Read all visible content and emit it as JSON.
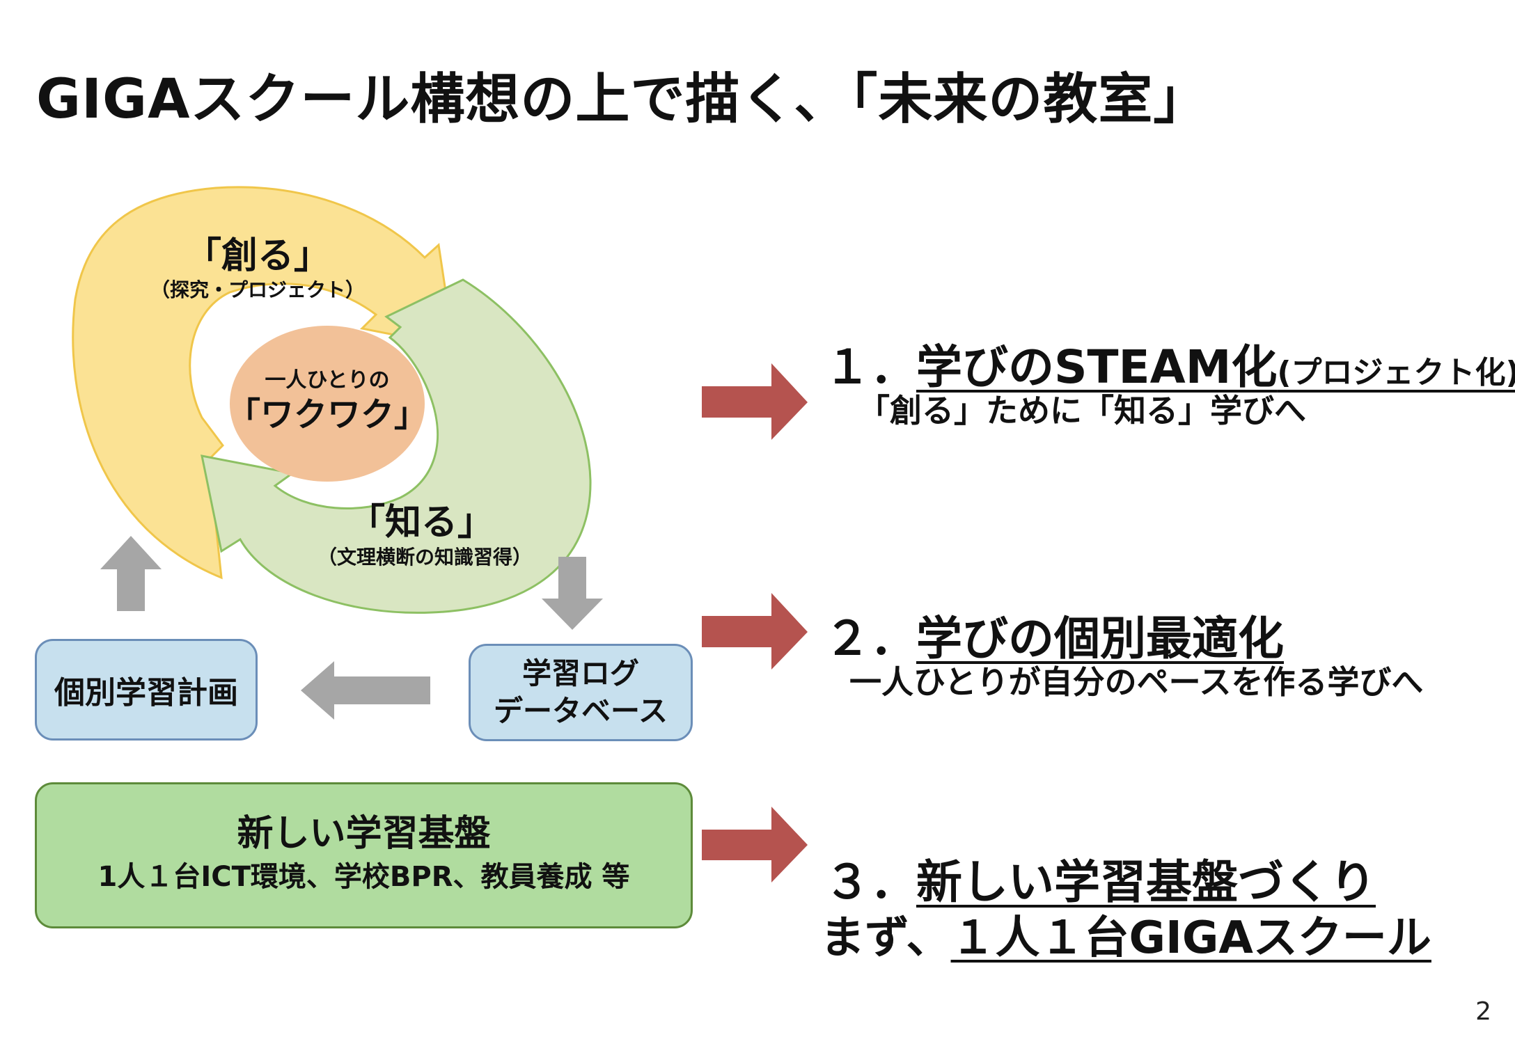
{
  "title": "GIGAスクール構想の上で描く､「未来の教室」",
  "cycle": {
    "create": {
      "label": "「創る」",
      "sub": "（探究・プロジェクト）"
    },
    "center": {
      "line1": "一人ひとりの",
      "line2": "「ワクワク」"
    },
    "know": {
      "label": "「知る」",
      "sub": "（文理横断の知識習得）"
    }
  },
  "boxes": {
    "individual_plan": "個別学習計画",
    "learning_log_line1": "学習ログ",
    "learning_log_line2": "データベース",
    "foundation_title": "新しい学習基盤",
    "foundation_sub": "1人１台ICT環境、学校BPR、教員養成 等"
  },
  "points": [
    {
      "num": "１．",
      "head": "学びのSTEAM化",
      "head_suffix": "(プロジェクト化)",
      "sub": "「創る」ために「知る」学びへ"
    },
    {
      "num": "２．",
      "head": "学びの個別最適化",
      "sub": "一人ひとりが自分のペースを作る学びへ"
    },
    {
      "num": "３．",
      "head": "新しい学習基盤づくり",
      "sub_prefix": "まず、",
      "sub_underlined": "１人１台GIGAスクール"
    }
  ],
  "page_number": "2",
  "colors": {
    "yellow": "#fbe294",
    "yellow_edge": "#f0c64a",
    "green": "#d9e6c2",
    "green_edge": "#8dc063",
    "center": "#f2c198",
    "red_arrow": "#b5534f",
    "gray_arrow": "#a6a6a6"
  }
}
